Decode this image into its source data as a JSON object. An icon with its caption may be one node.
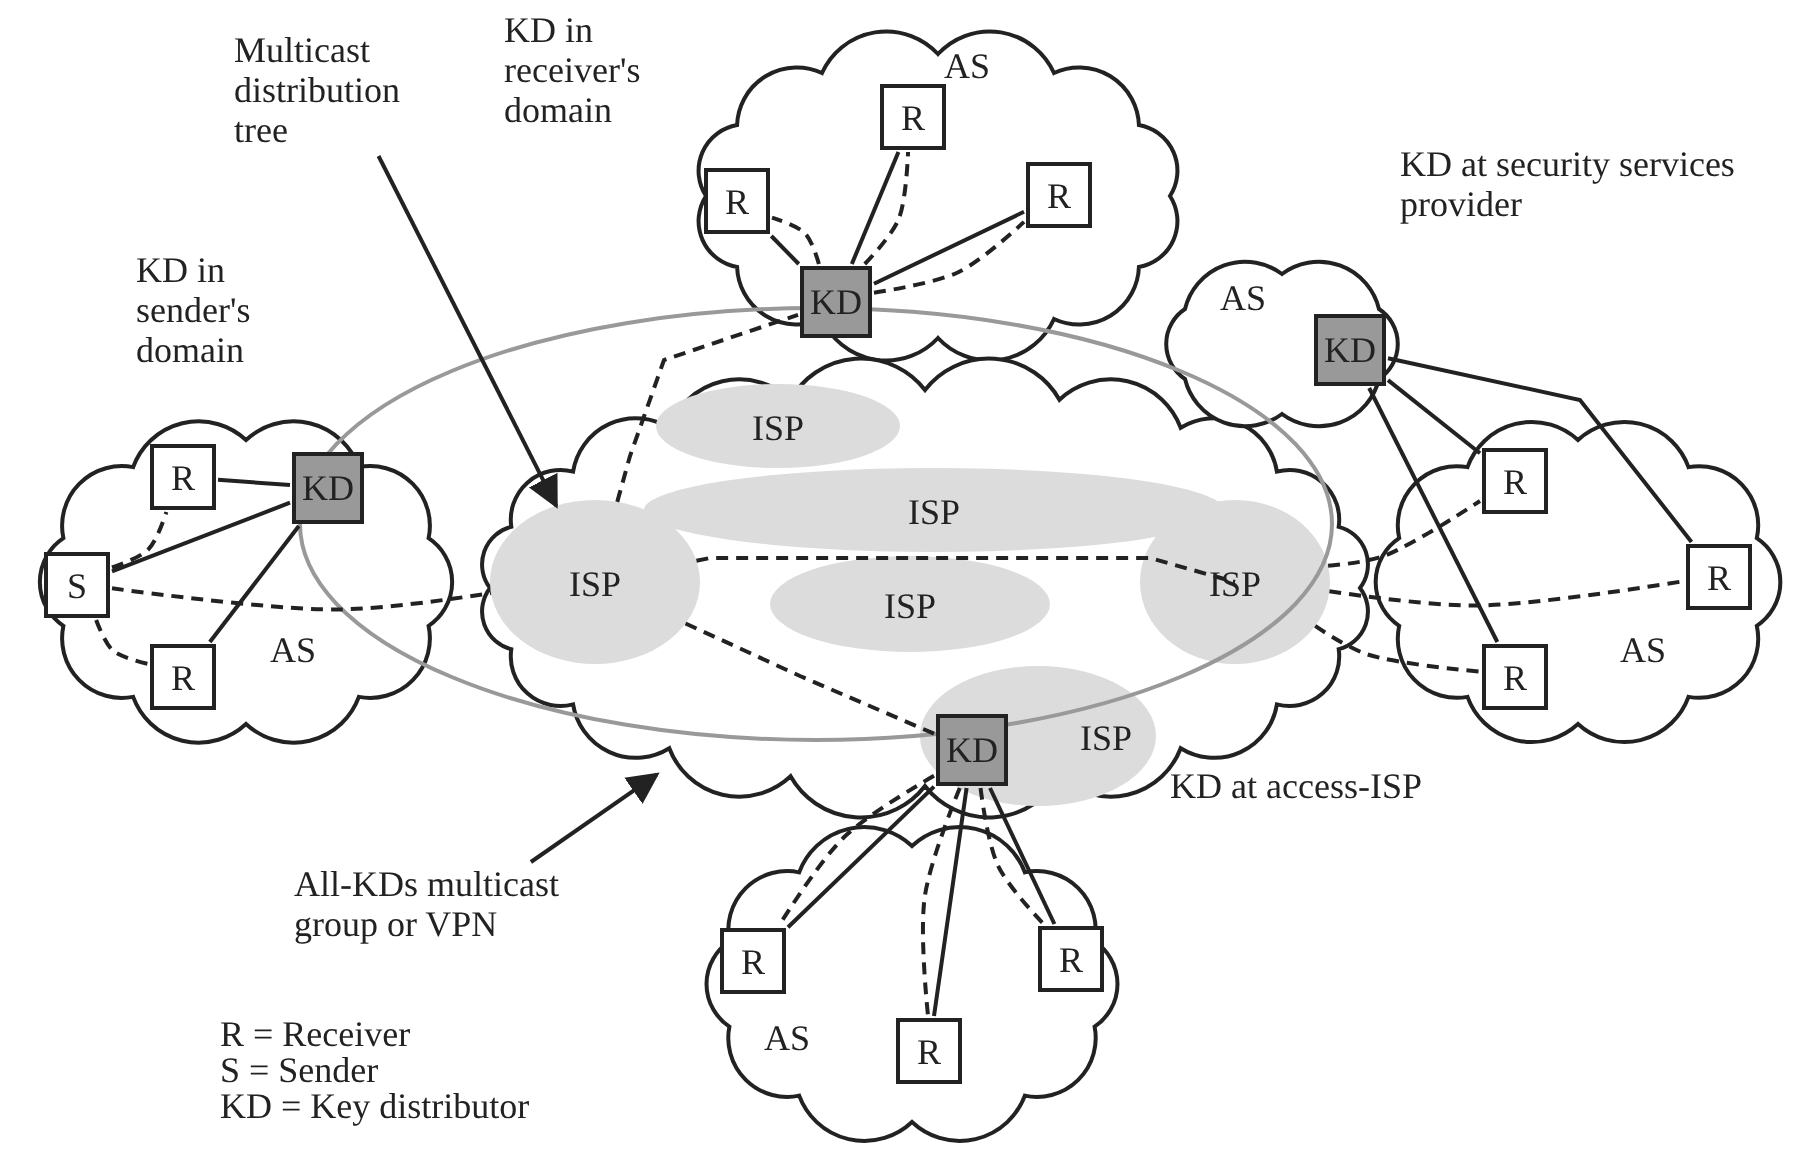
{
  "diagram": {
    "nodes": [
      {
        "text": [
          "Multicast distribution tree"
        ]
      },
      {
        "text": [
          "AS"
        ]
      },
      {
        "text": [
          "R"
        ],
        "in": 1
      },
      {
        "text": [
          "R"
        ],
        "in": 1
      },
      {
        "text": [
          "R"
        ],
        "in": 1
      },
      {
        "text": [
          "KD"
        ],
        "in": 1
      },
      {
        "text": [
          "AS"
        ]
      },
      {
        "text": [
          "R"
        ],
        "in": 6
      },
      {
        "text": [
          "KD"
        ],
        "in": 6
      },
      {
        "text": [
          "S"
        ],
        "in": 6
      },
      {
        "text": [
          "R"
        ],
        "in": 6
      },
      {
        "text": [],
        "shape": "cloud"
      },
      {
        "text": [
          "ISP"
        ],
        "in": 11
      },
      {
        "text": [
          "ISP"
        ],
        "in": 11
      },
      {
        "text": [
          "ISP"
        ],
        "in": 11
      },
      {
        "text": [
          "ISP"
        ],
        "in": 11
      },
      {
        "text": [
          "ISP"
        ],
        "in": 11
      },
      {
        "text": [
          "ISP"
        ],
        "in": 11
      },
      {
        "text": [
          "KD"
        ],
        "in": 17
      },
      {
        "text": [
          "AS"
        ]
      },
      {
        "text": [
          "KD"
        ],
        "in": 19
      },
      {
        "text": [
          "AS"
        ]
      },
      {
        "text": [
          "R"
        ],
        "in": 21
      },
      {
        "text": [
          "R"
        ],
        "in": 21
      },
      {
        "text": [
          "R"
        ],
        "in": 21
      },
      {
        "text": [
          "All-KDs multicast group or VPN"
        ]
      },
      {
        "text": [
          "AS"
        ]
      },
      {
        "text": [
          "R"
        ],
        "in": 26
      },
      {
        "text": [
          "R"
        ],
        "in": 26
      },
      {
        "text": [
          "R"
        ],
        "in": 26
      }
    ],
    "edges": [
      {
        "from": 8,
        "to": 7,
        "arrow": "none"
      },
      {
        "from": 8,
        "to": 9,
        "arrow": "none"
      },
      {
        "from": 8,
        "to": 10,
        "arrow": "none"
      },
      {
        "from": 5,
        "to": 2,
        "arrow": "none"
      },
      {
        "from": 5,
        "to": 3,
        "arrow": "none"
      },
      {
        "from": 5,
        "to": 4,
        "arrow": "none"
      },
      {
        "from": 20,
        "to": 22,
        "arrow": "none"
      },
      {
        "from": 20,
        "to": 23,
        "arrow": "none"
      },
      {
        "from": 20,
        "to": 24,
        "arrow": "none"
      },
      {
        "from": 18,
        "to": 27,
        "arrow": "none"
      },
      {
        "from": 18,
        "to": 28,
        "arrow": "none"
      },
      {
        "from": 18,
        "to": 29,
        "arrow": "none"
      },
      {
        "from": 9,
        "to": 7,
        "arrow": "none",
        "style": "dashed"
      },
      {
        "from": 9,
        "to": 10,
        "arrow": "none",
        "style": "dashed"
      },
      {
        "from": 9,
        "to": 13,
        "arrow": "none",
        "style": "dashed"
      },
      {
        "from": 13,
        "to": 5,
        "arrow": "none",
        "style": "dashed"
      },
      {
        "from": 13,
        "to": 16,
        "arrow": "none",
        "style": "dashed"
      },
      {
        "from": 13,
        "to": 18,
        "arrow": "none",
        "style": "dashed"
      },
      {
        "from": 5,
        "to": 2,
        "arrow": "none",
        "style": "dashed"
      },
      {
        "from": 5,
        "to": 3,
        "arrow": "none",
        "style": "dashed"
      },
      {
        "from": 5,
        "to": 4,
        "arrow": "none",
        "style": "dashed"
      },
      {
        "from": 16,
        "to": 22,
        "arrow": "none",
        "style": "dashed"
      },
      {
        "from": 16,
        "to": 23,
        "arrow": "none",
        "style": "dashed"
      },
      {
        "from": 16,
        "to": 24,
        "arrow": "none",
        "style": "dashed"
      },
      {
        "from": 18,
        "to": 27,
        "arrow": "none",
        "style": "dashed"
      },
      {
        "from": 18,
        "to": 28,
        "arrow": "none",
        "style": "dashed"
      },
      {
        "from": 18,
        "to": 29,
        "arrow": "none",
        "style": "dashed"
      },
      {
        "from": 0,
        "to": 13,
        "arrow": "to"
      },
      {
        "from": 25,
        "to": 11,
        "arrow": "to"
      }
    ],
    "labels": [
      "KD in receiver's domain",
      "KD at security services provider",
      "KD in sender's domain",
      "KD at access-ISP",
      "R = Receiver",
      "S = Sender",
      "KD = Key distributor"
    ]
  }
}
